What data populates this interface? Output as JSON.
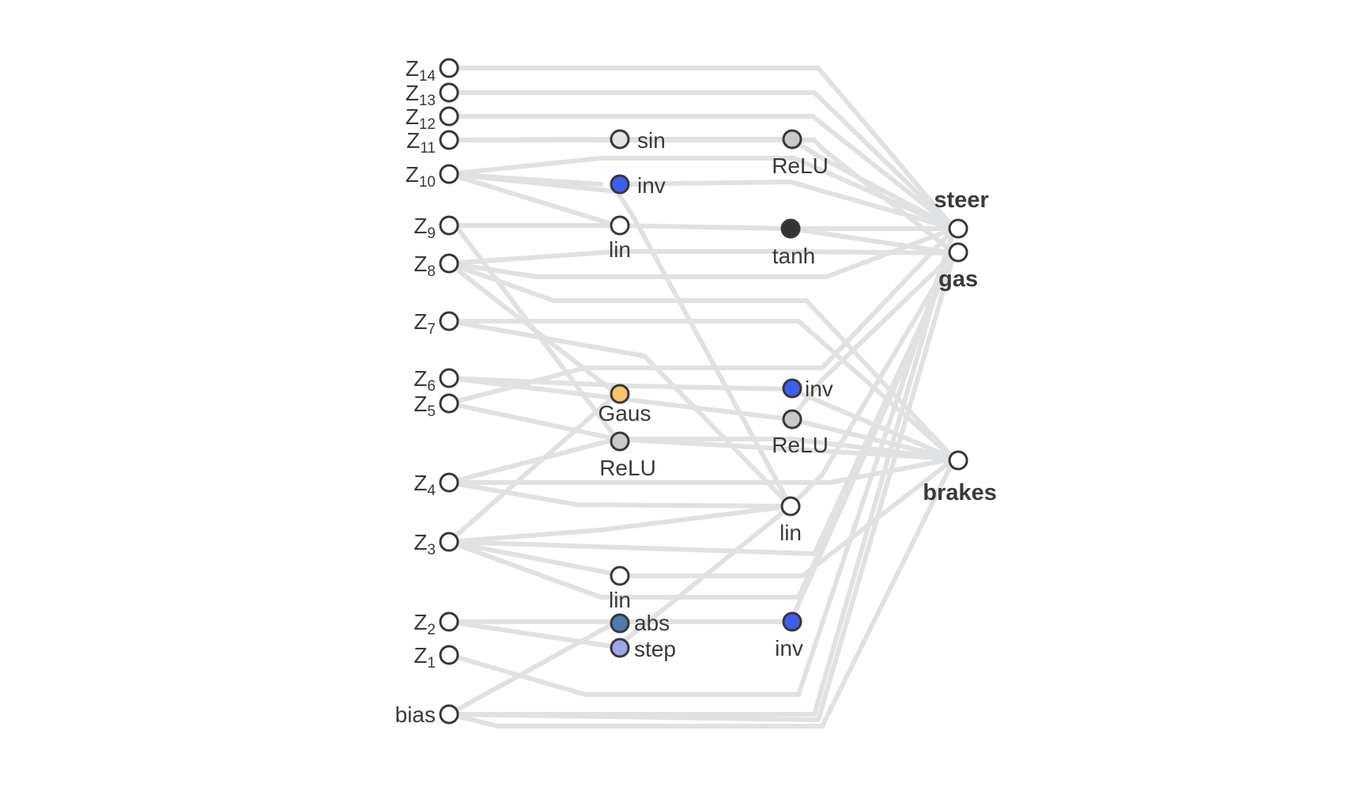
{
  "inputs": [
    {
      "id": "z14",
      "base": "Z",
      "sub": "14"
    },
    {
      "id": "z13",
      "base": "Z",
      "sub": "13"
    },
    {
      "id": "z12",
      "base": "Z",
      "sub": "12"
    },
    {
      "id": "z11",
      "base": "Z",
      "sub": "11"
    },
    {
      "id": "z10",
      "base": "Z",
      "sub": "10"
    },
    {
      "id": "z9",
      "base": "Z",
      "sub": "9"
    },
    {
      "id": "z8",
      "base": "Z",
      "sub": "8"
    },
    {
      "id": "z7",
      "base": "Z",
      "sub": "7"
    },
    {
      "id": "z6",
      "base": "Z",
      "sub": "6"
    },
    {
      "id": "z5",
      "base": "Z",
      "sub": "5"
    },
    {
      "id": "z4",
      "base": "Z",
      "sub": "4"
    },
    {
      "id": "z3",
      "base": "Z",
      "sub": "3"
    },
    {
      "id": "z2",
      "base": "Z",
      "sub": "2"
    },
    {
      "id": "z1",
      "base": "Z",
      "sub": "1"
    },
    {
      "id": "bias",
      "base": "bias",
      "sub": ""
    }
  ],
  "hidden": [
    {
      "id": "h-sin",
      "label": "sin",
      "color": "#e4e4e4"
    },
    {
      "id": "h-inv1",
      "label": "inv",
      "color": "#3d5ff0"
    },
    {
      "id": "h-lin1",
      "label": "lin",
      "color": "#ffffff"
    },
    {
      "id": "h-gaus",
      "label": "Gaus",
      "color": "#f7c46a"
    },
    {
      "id": "h-relu1",
      "label": "ReLU",
      "color": "#c9c9c9"
    },
    {
      "id": "h-lin2",
      "label": "lin",
      "color": "#ffffff"
    },
    {
      "id": "h-abs",
      "label": "abs",
      "color": "#4c7bb0"
    },
    {
      "id": "h-step",
      "label": "step",
      "color": "#9ea6e6"
    },
    {
      "id": "h-relu2",
      "label": "ReLU",
      "color": "#c9c9c9"
    },
    {
      "id": "h-tanh",
      "label": "tanh",
      "color": "#333333"
    },
    {
      "id": "h-inv2",
      "label": "inv",
      "color": "#3d5ff0"
    },
    {
      "id": "h-relu3",
      "label": "ReLU",
      "color": "#c9c9c9"
    },
    {
      "id": "h-lin3",
      "label": "lin",
      "color": "#ffffff"
    },
    {
      "id": "h-inv3",
      "label": "inv",
      "color": "#3d5ff0"
    }
  ],
  "outputs": [
    {
      "id": "steer",
      "label": "steer"
    },
    {
      "id": "gas",
      "label": "gas"
    },
    {
      "id": "brakes",
      "label": "brakes"
    }
  ],
  "colors": {
    "edge": "#dfe1e3",
    "node_stroke": "#383838",
    "text": "#3a3a3a",
    "background": "#ffffff"
  }
}
